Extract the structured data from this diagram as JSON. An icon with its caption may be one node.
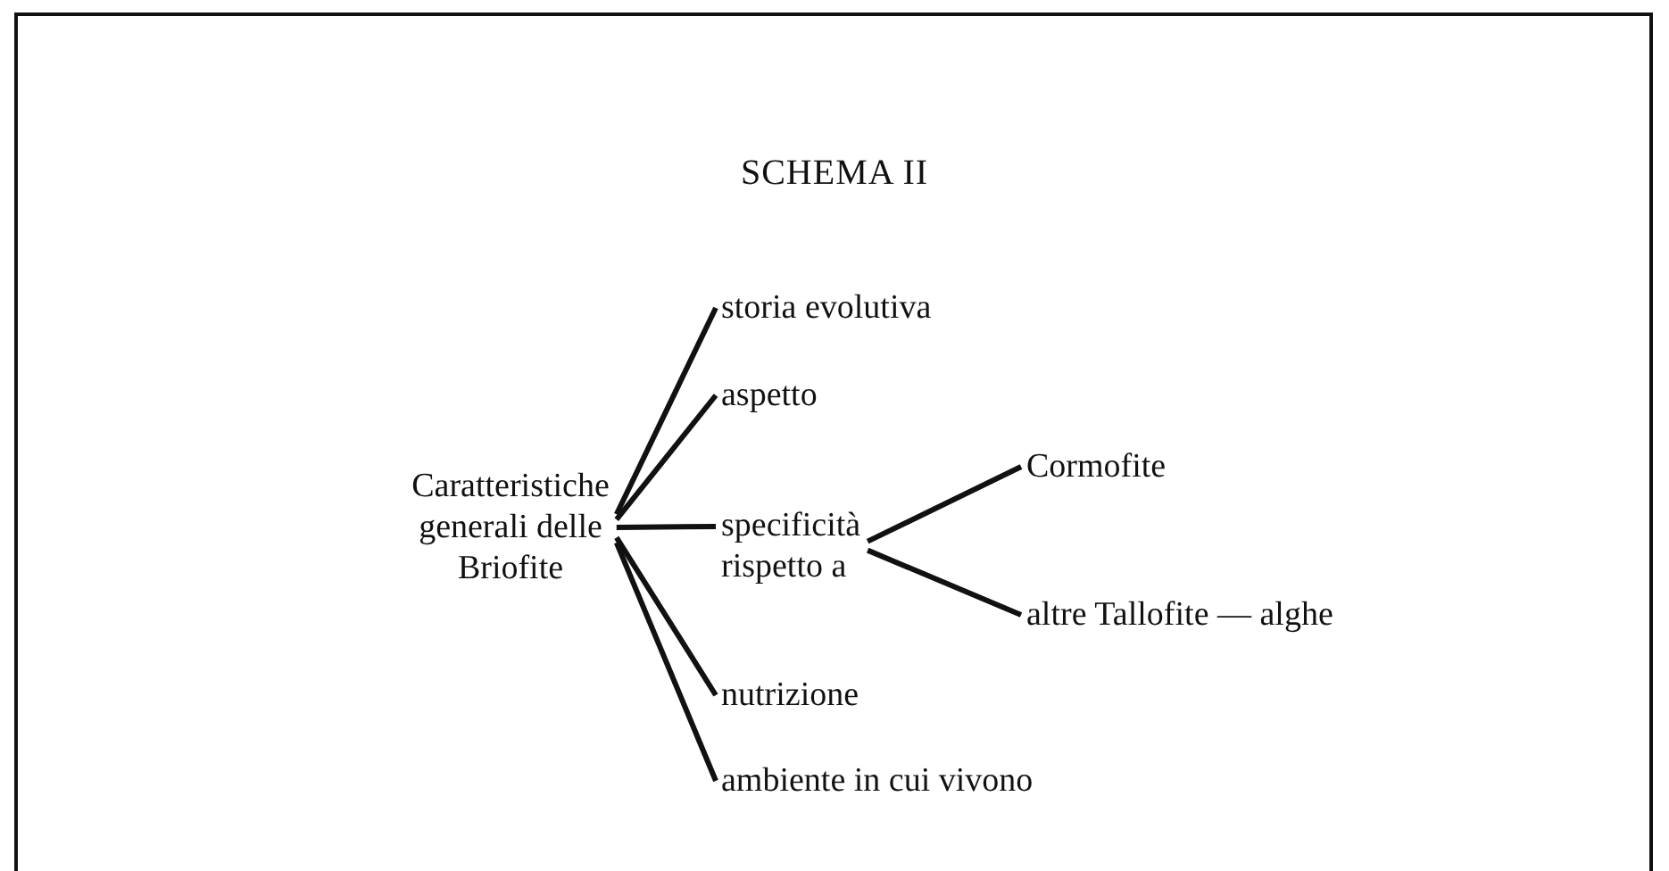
{
  "diagram": {
    "title": "SCHEMA II",
    "nodes": [
      {
        "text": [
          "Caratteristiche generali delle Briofite"
        ]
      },
      {
        "text": [
          "storia evolutiva"
        ]
      },
      {
        "text": [
          "aspetto"
        ]
      },
      {
        "text": [
          "specificità rispetto a"
        ]
      },
      {
        "text": [
          "nutrizione"
        ]
      },
      {
        "text": [
          "ambiente in cui vivono"
        ]
      },
      {
        "text": [
          "Cormofite"
        ]
      },
      {
        "text": [
          "altre Tallofite — alghe"
        ]
      }
    ],
    "edges": [
      {
        "from": 0,
        "to": 1,
        "arrow": "none"
      },
      {
        "from": 0,
        "to": 2,
        "arrow": "none"
      },
      {
        "from": 0,
        "to": 3,
        "arrow": "none"
      },
      {
        "from": 0,
        "to": 4,
        "arrow": "none"
      },
      {
        "from": 0,
        "to": 5,
        "arrow": "none"
      },
      {
        "from": 3,
        "to": 6,
        "arrow": "none"
      },
      {
        "from": 3,
        "to": 7,
        "arrow": "none"
      }
    ]
  }
}
